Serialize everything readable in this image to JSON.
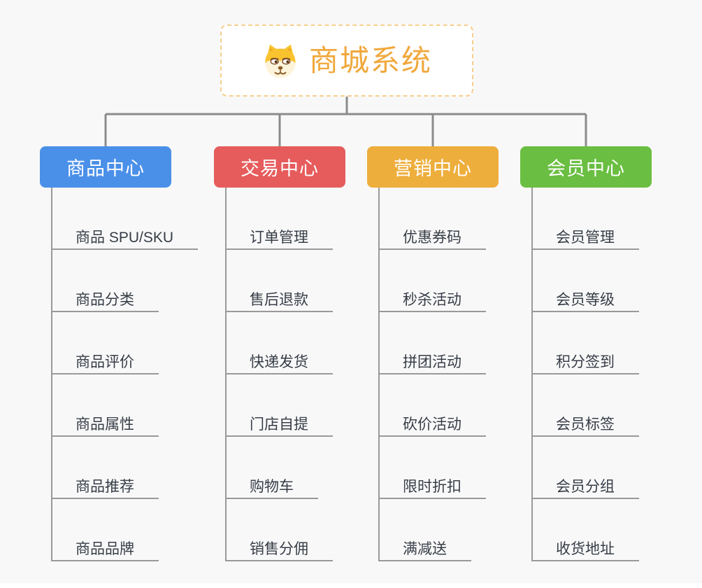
{
  "root": {
    "title": "商城系统",
    "icon": "dog-face-icon"
  },
  "colors": {
    "background": "#f8f8f8",
    "connector_line": "#8b8b8b",
    "underline": "#999999",
    "item_text": "#363c46",
    "root_text": "#f0a83d",
    "root_border": "#f6cf8e"
  },
  "branches": [
    {
      "label": "商品中心",
      "color": "#4a90e8",
      "children": [
        "商品 SPU/SKU",
        "商品分类",
        "商品评价",
        "商品属性",
        "商品推荐",
        "商品品牌"
      ]
    },
    {
      "label": "交易中心",
      "color": "#e65c5c",
      "children": [
        "订单管理",
        "售后退款",
        "快递发货",
        "门店自提",
        "购物车",
        "销售分佣"
      ]
    },
    {
      "label": "营销中心",
      "color": "#eeae3c",
      "children": [
        "优惠券码",
        "秒杀活动",
        "拼团活动",
        "砍价活动",
        "限时折扣",
        "满减送"
      ]
    },
    {
      "label": "会员中心",
      "color": "#6abe41",
      "children": [
        "会员管理",
        "会员等级",
        "积分签到",
        "会员标签",
        "会员分组",
        "收货地址"
      ]
    }
  ]
}
